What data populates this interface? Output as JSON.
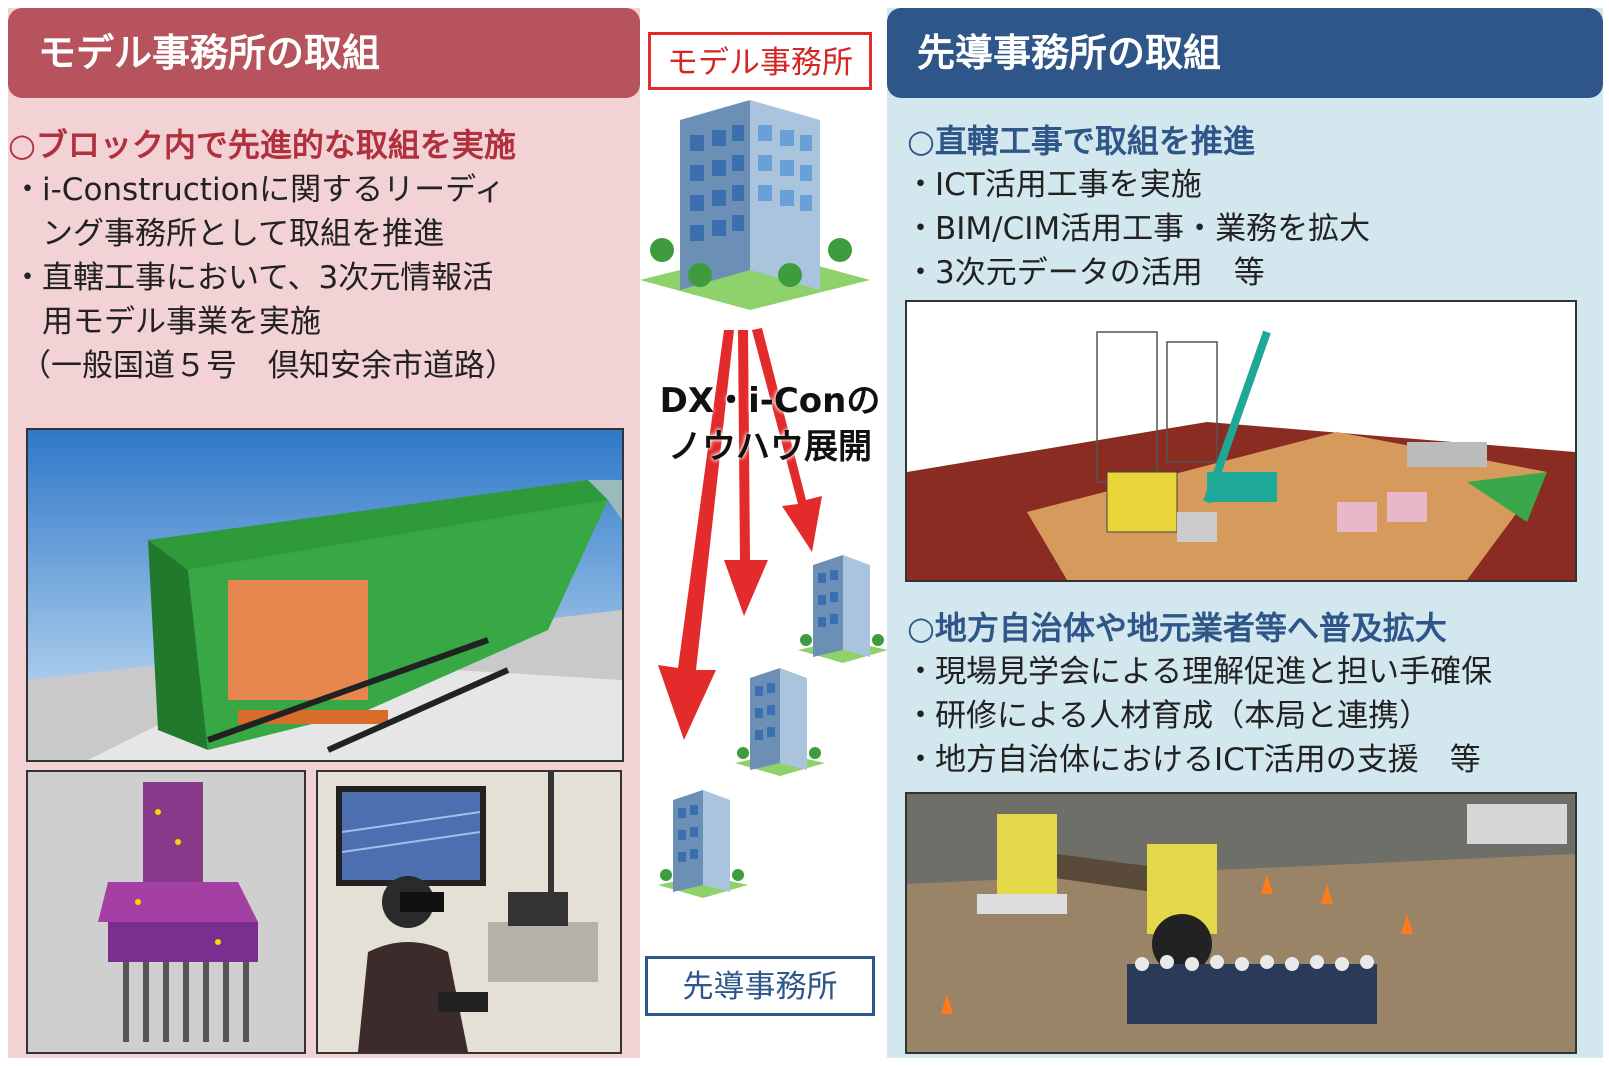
{
  "left": {
    "header": "モデル事務所の取組",
    "subheading": "○ブロック内で先進的な取組を実施",
    "bullets": [
      "i-Constructionに関するリーディ",
      "ング事務所として取組を推進",
      "直轄工事において、3次元情報活",
      "用モデル事業を実施",
      "（一般国道５号　倶知安余市道路）"
    ]
  },
  "center": {
    "model_office_label": "モデル事務所",
    "arrow_label_line1": "DX・i-Conの",
    "arrow_label_line2": "ノウハウ展開",
    "lead_office_label": "先導事務所"
  },
  "right": {
    "header": "先導事務所の取組",
    "subheading1": "○直轄工事で取組を推進",
    "bullets1": [
      "ICT活用工事を実施",
      "BIM/CIM活用工事・業務を拡大",
      "3次元データの活用　等"
    ],
    "subheading2": "○地方自治体や地元業者等へ普及拡大",
    "bullets2": [
      "現場見学会による理解促進と担い手確保",
      "研修による人材育成（本局と連携）",
      "地方自治体におけるICT活用の支援　等"
    ]
  },
  "colors": {
    "left_header": "#b6535c",
    "left_bg": "#f2d2d4",
    "right_header": "#2e5688",
    "right_bg": "#d3e7ef",
    "arrow": "#e32b2b"
  }
}
